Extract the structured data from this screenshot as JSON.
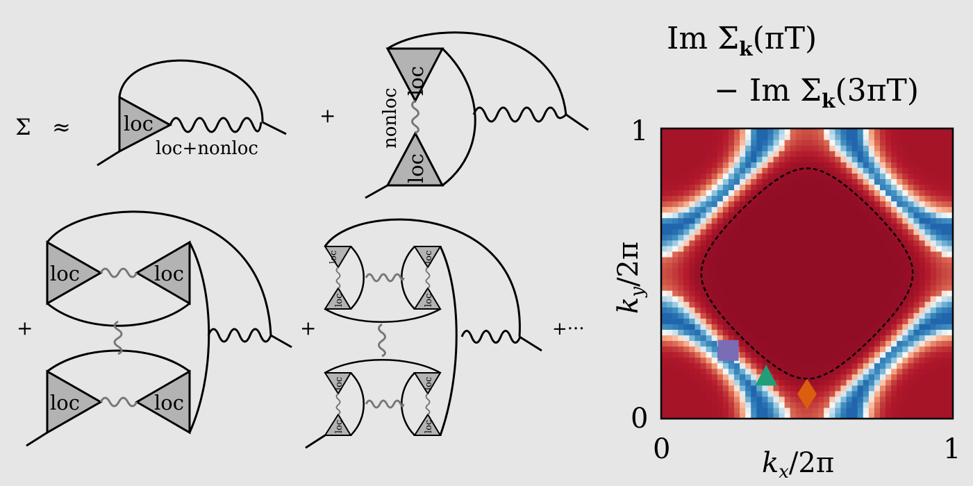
{
  "equation": {
    "sigma": "Σ",
    "approx": "≈",
    "plus": "+",
    "ellipsis": "+···",
    "loc": "loc",
    "nonloc": "nonloc",
    "loc_plus_nonloc": "loc+nonloc"
  },
  "heatmap": {
    "title_line1": "Im Σ",
    "title_line1_sub": "k",
    "title_line1_arg": "(πT)",
    "title_line2": "− Im Σ",
    "title_line2_sub": "k",
    "title_line2_arg": "(3πT)",
    "xlabel": "k",
    "xlabel_sub": "x",
    "xlabel_tail": "/2π",
    "ylabel": "k",
    "ylabel_sub": "y",
    "ylabel_tail": "/2π",
    "x_ticks": [
      "0",
      "1"
    ],
    "y_ticks": [
      "0",
      "1"
    ],
    "grid_size": 52,
    "markers": [
      {
        "shape": "square",
        "kx": 0.23,
        "ky": 0.235,
        "color": "#7b6cb6"
      },
      {
        "shape": "triangle",
        "kx": 0.36,
        "ky": 0.145,
        "color": "#1f9e78"
      },
      {
        "shape": "diamond",
        "kx": 0.5,
        "ky": 0.085,
        "color": "#d95f0e"
      }
    ],
    "colors": {
      "negative": "#1f66ac",
      "positive": "#6d0020"
    }
  }
}
